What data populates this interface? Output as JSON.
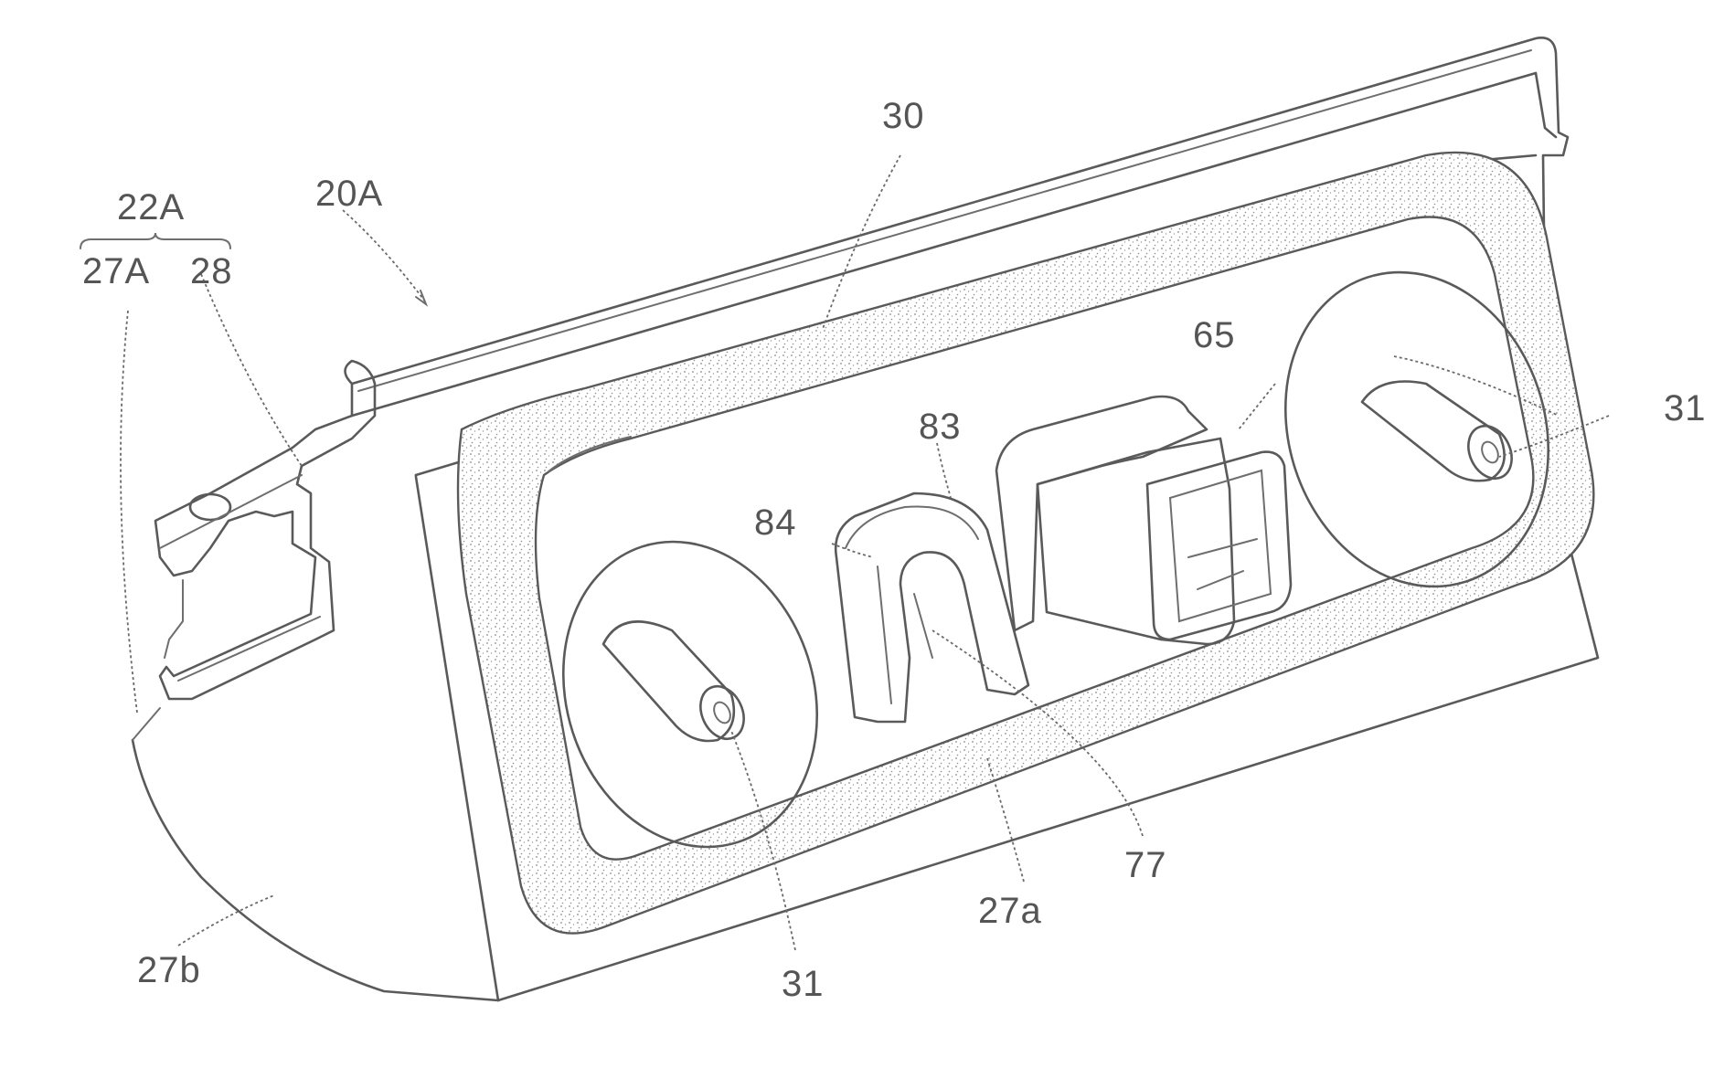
{
  "figure": {
    "group_label": "22A",
    "labels": {
      "housing": "20A",
      "cover": "27A",
      "bracket": "28",
      "gasket": "30",
      "bolt_left": "31",
      "bolt_right": "31",
      "connector": "65",
      "clip_top": "83",
      "clip_side": "84",
      "clip_slot": "77",
      "front_face": "27a",
      "lower_face": "27b"
    }
  }
}
